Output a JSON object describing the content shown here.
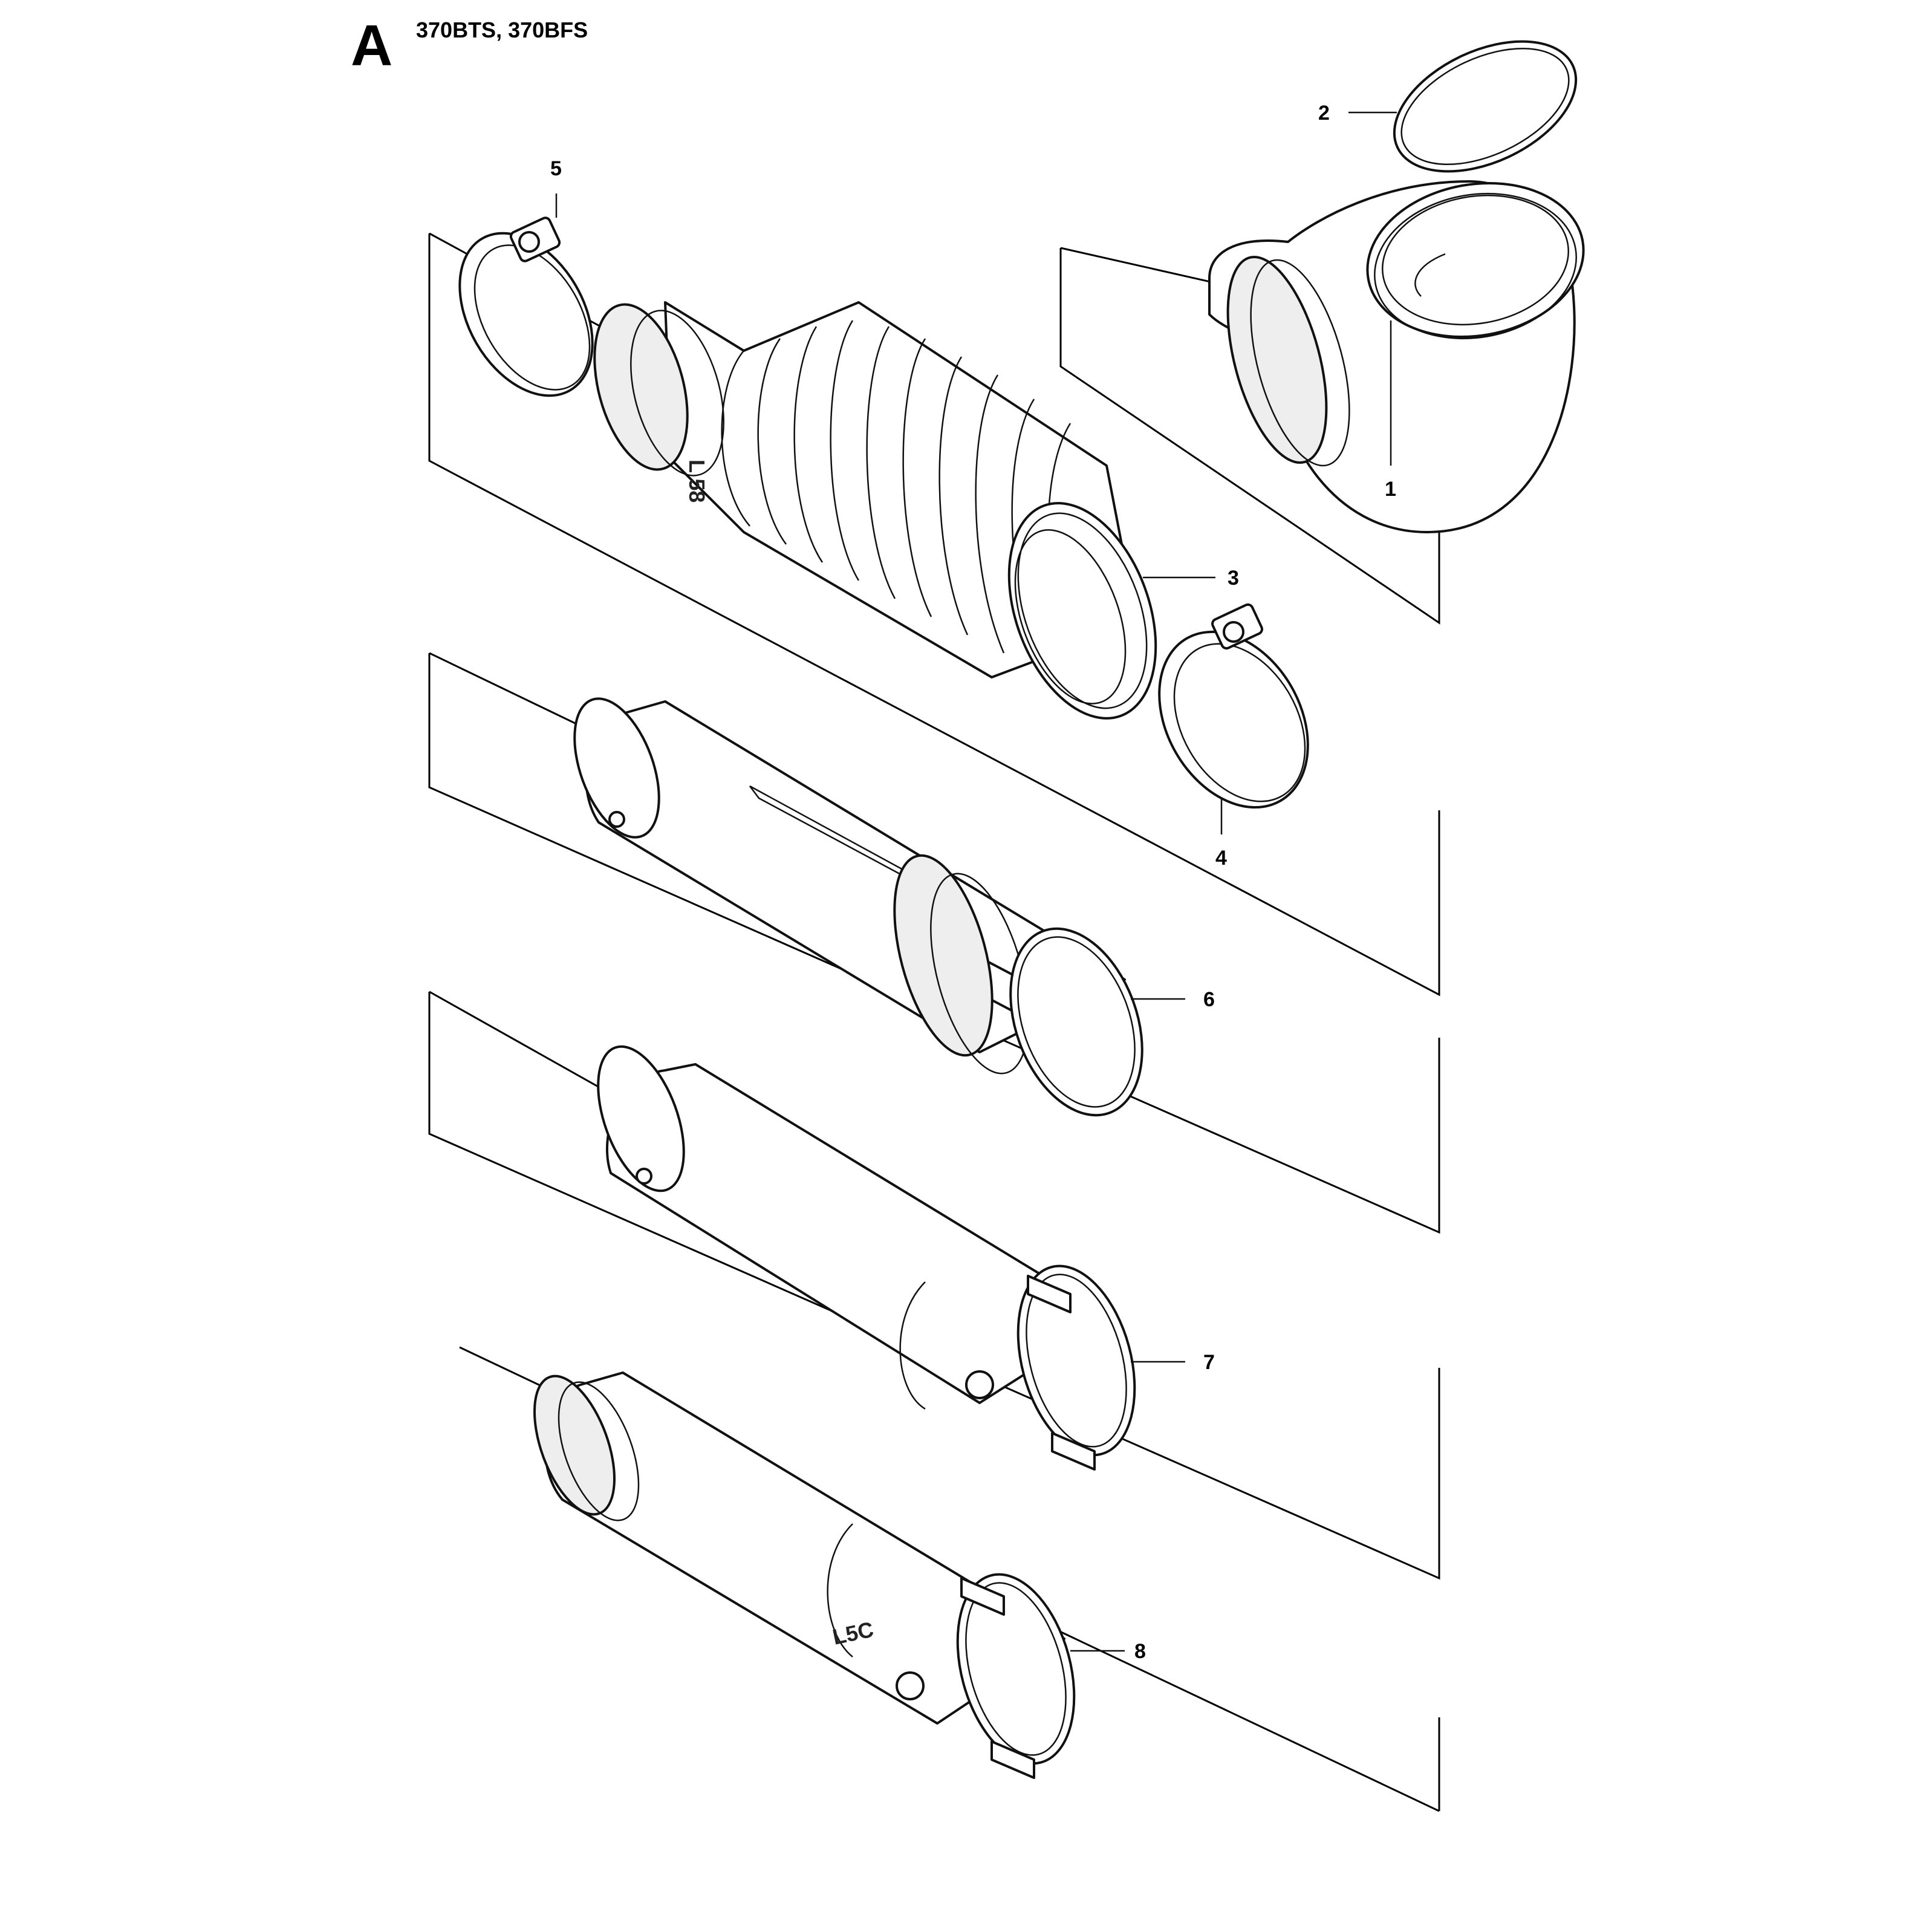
{
  "header": {
    "section_letter": "A",
    "models": "370BTS, 370BFS"
  },
  "callouts": {
    "c1": "1",
    "c2": "2",
    "c3": "3",
    "c4": "4",
    "c5": "5",
    "c6": "6",
    "c7": "7",
    "c8": "8"
  },
  "part_markings": {
    "bellows_code": "L 58",
    "tube8_code": "L5C"
  }
}
